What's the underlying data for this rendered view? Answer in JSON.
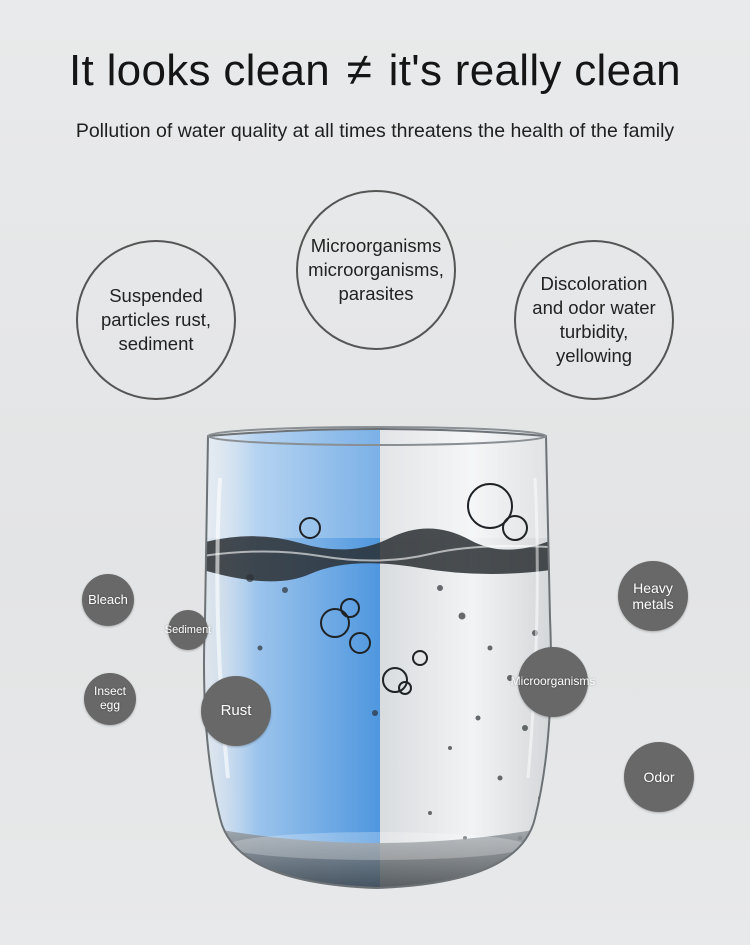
{
  "header": {
    "title_left": "It looks clean",
    "not_equal_icon": "≠",
    "title_right": "it's really clean",
    "subtitle": "Pollution of water quality at all times threatens the health of the family"
  },
  "bubbles": {
    "suspended": "Suspended particles rust, sediment",
    "microorganisms": "Microorganisms microorganisms, parasites",
    "discoloration": "Discoloration and odor water turbidity, yellowing"
  },
  "tags": {
    "bleach": "Bleach",
    "sediment": "Sediment",
    "insect_egg": "Insect egg",
    "rust": "Rust",
    "heavy_metals": "Heavy metals",
    "microorganisms": "Microorganisms",
    "odor": "Odor"
  },
  "colors": {
    "tag_fill": "#686868",
    "water_blue": "#5a9ee0",
    "bubble_border": "#555555"
  }
}
